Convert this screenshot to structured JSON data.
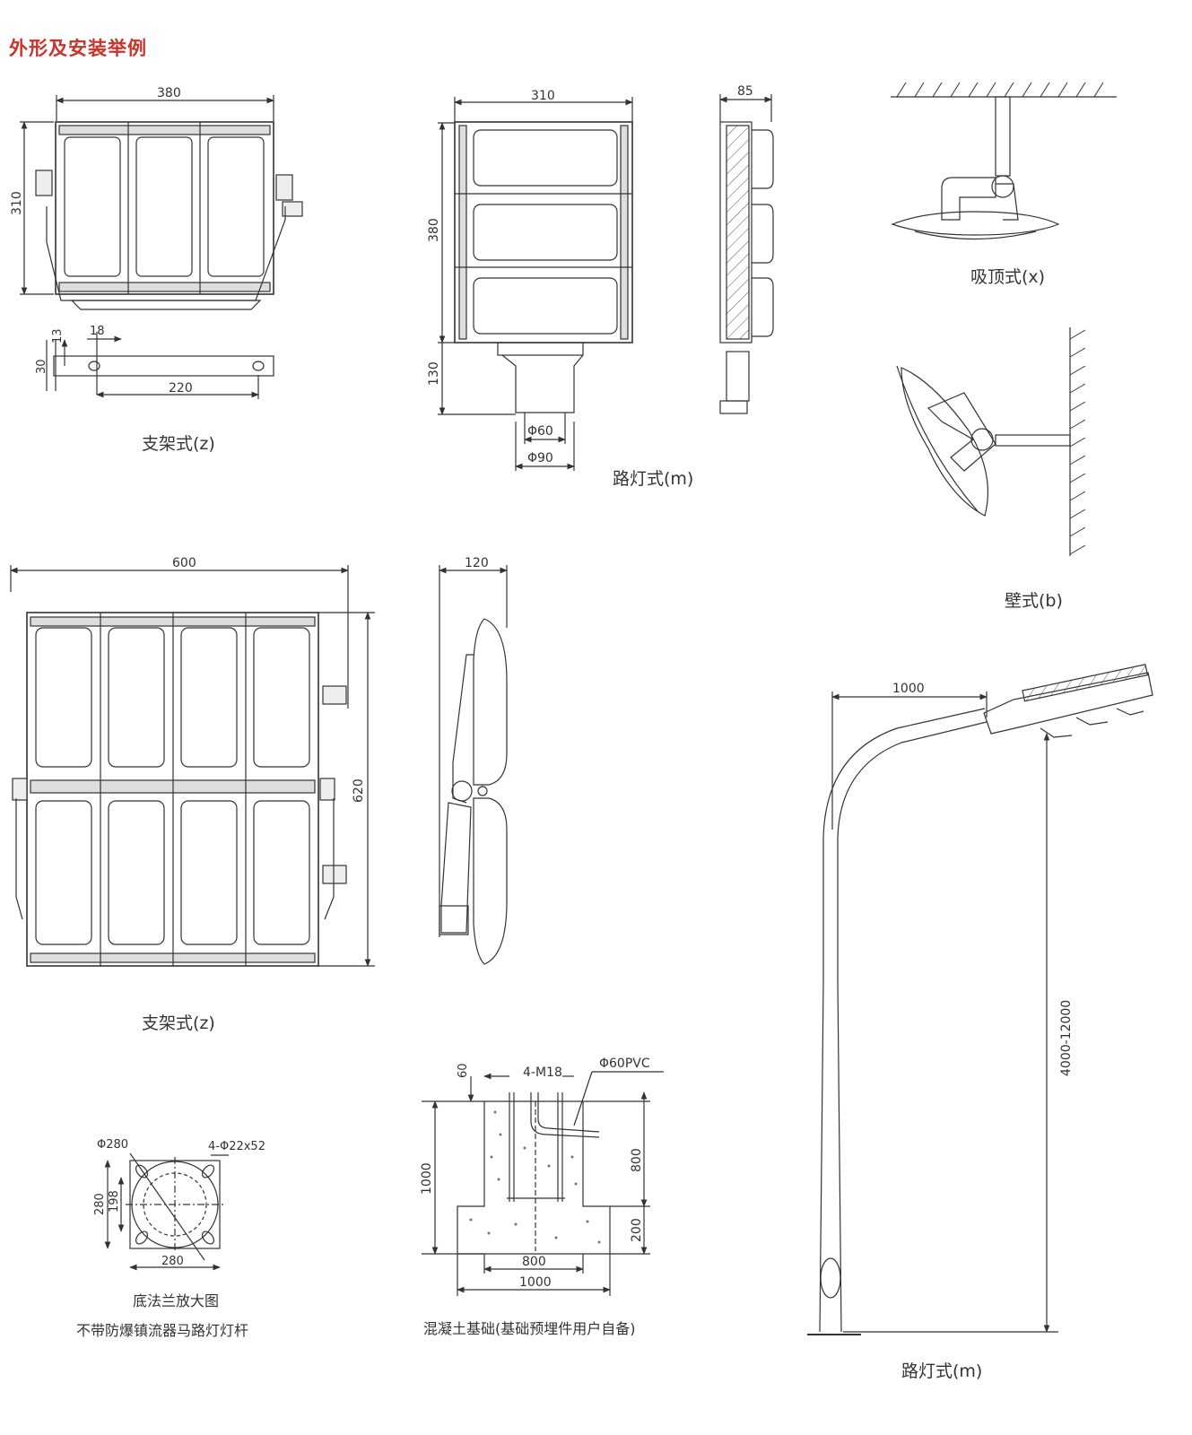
{
  "title": "外形及安装举例",
  "captions": {
    "bracket_small": "支架式(z)",
    "street_small": "路灯式(m)",
    "ceiling": "吸顶式(x)",
    "wall": "壁式(b)",
    "bracket_large": "支架式(z)",
    "flange_1": "底法兰放大图",
    "flange_2": "不带防爆镇流器马路灯灯杆",
    "foundation": "混凝土基础(基础预埋件用户自备)",
    "pole": "路灯式(m)"
  },
  "dims": {
    "d380": "380",
    "d310": "310",
    "d13": "13",
    "d18": "18",
    "d30": "30",
    "d220": "220",
    "m310": "310",
    "m380": "380",
    "m130": "130",
    "m60": "Φ60",
    "m90": "Φ90",
    "s85": "85",
    "l600": "600",
    "l620": "620",
    "l120": "120",
    "p1000": "1000",
    "p_height": "4000-12000",
    "f280": "Φ280",
    "f4": "4-Φ22x52",
    "f280b": "280",
    "f198": "198",
    "f280c": "280",
    "c60": "60",
    "cm18": "4-M18",
    "cpvc": "Φ60PVC",
    "c1000v": "1000",
    "c800v": "800",
    "c200": "200",
    "c800h": "800",
    "c1000h": "1000"
  }
}
